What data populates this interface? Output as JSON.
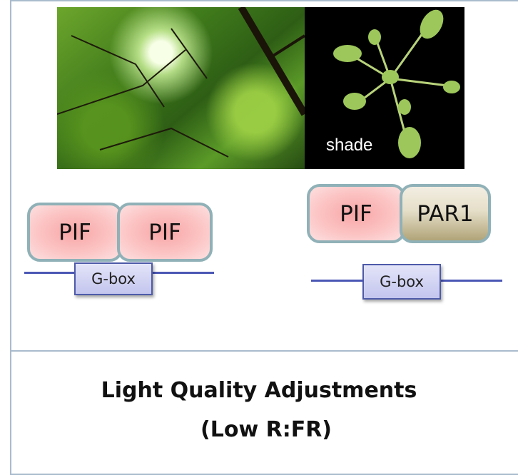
{
  "photos": {
    "plant_label": "shade"
  },
  "left_complex": {
    "proteins": [
      "PIF",
      "PIF"
    ],
    "promoter": "G-box"
  },
  "right_complex": {
    "proteins": [
      "PIF",
      "PAR1"
    ],
    "promoter": "G-box"
  },
  "caption": {
    "line1": "Light Quality Adjustments",
    "line2": "(Low R:FR)"
  },
  "colors": {
    "border": "#a9bccd",
    "dna": "#4b57b4",
    "pif_fill": "#f8a5a5",
    "par1_fill": "#e5dec8",
    "gbox_fill": "#c3c5ee"
  }
}
